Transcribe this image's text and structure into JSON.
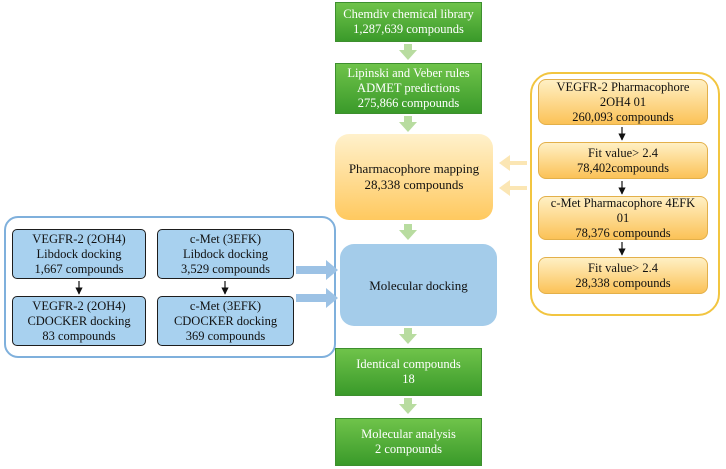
{
  "main_flow": {
    "library": [
      "Chemdiv chemical library",
      "1,287,639 compounds"
    ],
    "rules": [
      "Lipinski and Veber rules",
      "ADMET predictions",
      "275,866 compounds"
    ],
    "pharmacophore_mapping": [
      "Pharmacophore mapping",
      "28,338 compounds"
    ],
    "molecular_docking": [
      "Molecular docking"
    ],
    "identical": [
      "Identical compounds",
      "18"
    ],
    "analysis": [
      "Molecular analysis",
      "2 compounds"
    ]
  },
  "pharmacophore_panel": {
    "vegfr_pharmacophore": [
      "VEGFR-2 Pharmacophore",
      "2OH4 01",
      "260,093 compounds"
    ],
    "fit_1": [
      "Fit value> 2.4",
      "78,402compounds"
    ],
    "cmet_pharmacophore": [
      "c-Met Pharmacophore  4EFK",
      "01",
      "78,376 compounds"
    ],
    "fit_2": [
      "Fit value> 2.4",
      "28,338 compounds"
    ]
  },
  "docking_panel": {
    "vegfr_libdock": [
      "VEGFR-2 (2OH4)",
      "Libdock docking",
      "1,667  compounds"
    ],
    "cmet_libdock": [
      "c-Met (3EFK)",
      "Libdock docking",
      "3,529 compounds"
    ],
    "vegfr_cdocker": [
      "VEGFR-2 (2OH4)",
      "CDOCKER docking",
      "83  compounds"
    ],
    "cmet_cdocker": [
      "c-Met (3EFK)",
      "CDOCKER docking",
      "369 compounds"
    ]
  },
  "colors": {
    "green": "#4caf35",
    "orange": "#fbc257",
    "blue": "#a4ccea",
    "arrow_green": "#b8dca0",
    "arrow_yellow": "#fbe6b4",
    "arrow_blue": "#9cc2e5"
  }
}
